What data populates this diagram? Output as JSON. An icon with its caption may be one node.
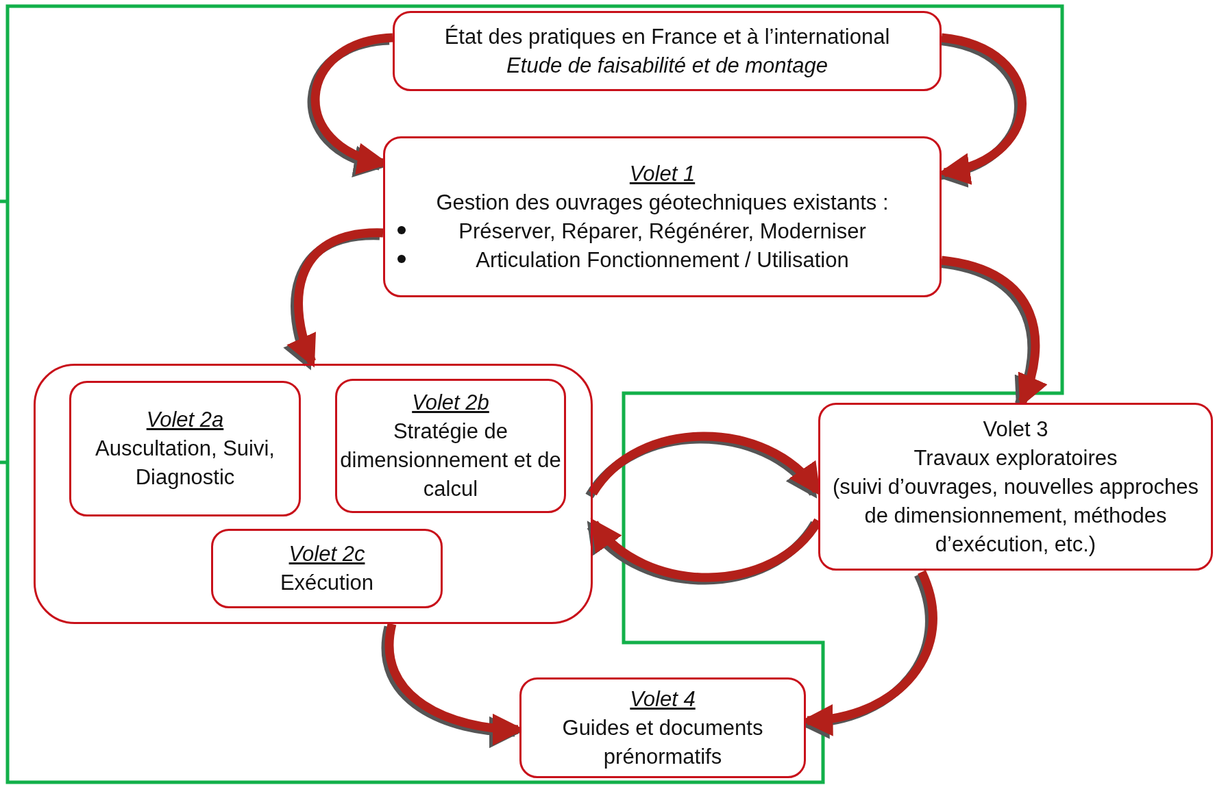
{
  "diagram": {
    "nodes": [
      {
        "text": [
          "État des pratiques en France et à l’international",
          "Etude de faisabilité et de montage"
        ]
      },
      {
        "text": [
          "Volet 1",
          "Gestion des ouvrages géotechniques existants :",
          "Préserver, Réparer, Régénérer, Moderniser",
          "Articulation Fonctionnement / Utilisation"
        ]
      },
      {
        "text": [],
        "shape": "box"
      },
      {
        "text": [
          "Volet 2a",
          "Auscultation, Suivi, Diagnostic"
        ],
        "in": 2
      },
      {
        "text": [
          "Volet 2b",
          "Stratégie de dimensionnement et de calcul"
        ],
        "in": 2
      },
      {
        "text": [
          "Volet 2c",
          "Exécution"
        ],
        "in": 2
      },
      {
        "text": [
          "Volet 3",
          "Travaux exploratoires",
          "(suivi d’ouvrages, nouvelles approches de dimensionnement, méthodes d’exécution, etc.)"
        ]
      },
      {
        "text": [
          "Volet 4",
          "Guides et documents prénormatifs"
        ]
      }
    ],
    "edges": [
      {
        "from": 0,
        "to": 1,
        "arrow": "to"
      },
      {
        "from": 0,
        "to": 1,
        "arrow": "to"
      },
      {
        "from": 1,
        "to": 2,
        "arrow": "to"
      },
      {
        "from": 1,
        "to": 6,
        "arrow": "to"
      },
      {
        "from": 2,
        "to": 6,
        "arrow": "to"
      },
      {
        "from": 6,
        "to": 2,
        "arrow": "to"
      },
      {
        "from": 2,
        "to": 7,
        "arrow": "to"
      },
      {
        "from": 6,
        "to": 7,
        "arrow": "to"
      }
    ]
  }
}
